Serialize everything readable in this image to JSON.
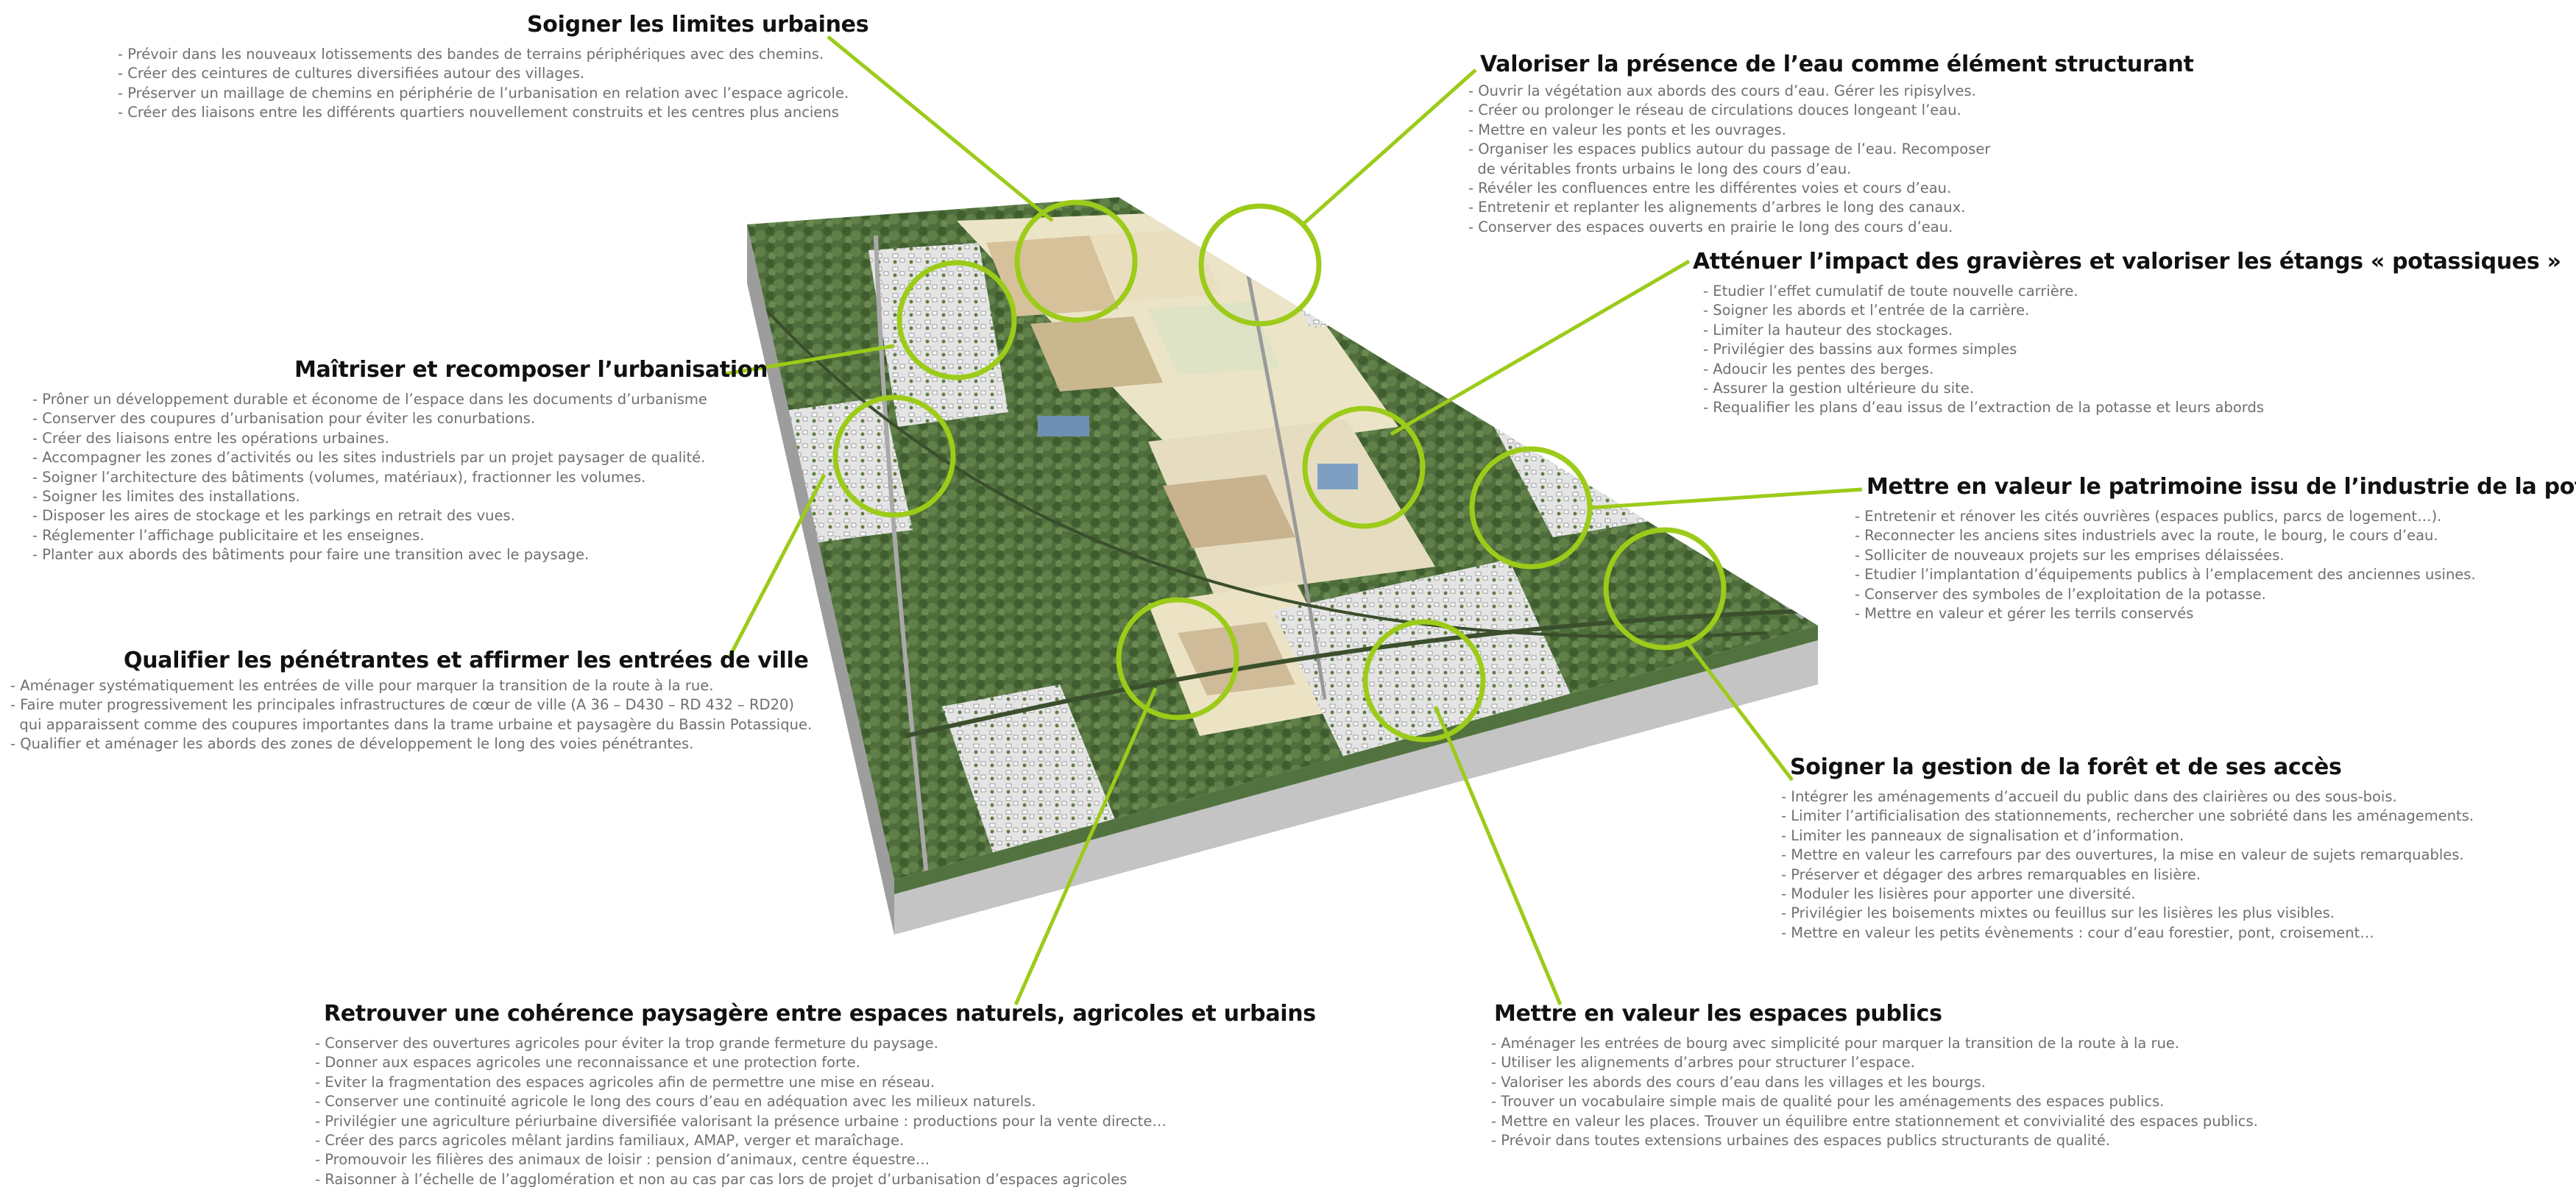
{
  "colors": {
    "accent": "#9ccb19",
    "forest": "#4c6b3a",
    "field_light": "#e8dfc2",
    "field_tan": "#cbb58f",
    "urban": "#d9d9d9",
    "water": "#7e9fc4",
    "block_side": "#b3b3b3",
    "text_title": "#111111",
    "text_body": "#6f6f6f"
  },
  "sections": [
    {
      "key": "limites",
      "title": "Soigner les limites urbaines",
      "items": [
        "Prévoir dans les nouveaux lotissements des bandes de terrains périphériques avec des chemins.",
        "Créer des ceintures de cultures diversifiées autour des villages.",
        "Préserver un maillage de chemins en périphérie de l’urbanisation en relation avec l’espace agricole.",
        "Créer des liaisons entre les différents quartiers nouvellement construits et les centres plus anciens"
      ]
    },
    {
      "key": "eau",
      "title": "Valoriser la présence de l’eau comme élément structurant",
      "items": [
        "Ouvrir la végétation aux abords des cours d’eau. Gérer les ripisylves.",
        "Créer ou prolonger le réseau de circulations douces longeant l’eau.",
        "Mettre en valeur les ponts et les ouvrages.",
        "Organiser les espaces publics autour du passage de l’eau. Recomposer",
        "de véritables fronts urbains le long des cours d’eau.",
        "Révéler les confluences entre les différentes voies et cours d’eau.",
        "Entretenir et replanter les alignements d’arbres le long des canaux.",
        "Conserver des espaces ouverts en prairie le long des cours d’eau."
      ]
    },
    {
      "key": "gravieres",
      "title": "Atténuer l’impact des gravières et valoriser les étangs « potassiques »",
      "items": [
        "Etudier l’effet cumulatif de toute nouvelle carrière.",
        "Soigner les abords et l’entrée de la carrière.",
        "Limiter la hauteur des stockages.",
        "Privilégier des bassins aux formes simples",
        "Adoucir les pentes des berges.",
        "Assurer la gestion ultérieure du site.",
        "Requalifier les plans d’eau issus de l’extraction de la potasse et leurs abords"
      ]
    },
    {
      "key": "urbanisation",
      "title": "Maîtriser et recomposer l’urbanisation",
      "items": [
        "Prôner un développement durable et économe de l’espace dans les documents d’urbanisme",
        "Conserver des coupures d’urbanisation pour éviter les conurbations.",
        "Créer des liaisons entre les opérations urbaines.",
        "Accompagner les zones d’activités ou les sites industriels par un projet paysager de qualité.",
        "Soigner l’architecture des bâtiments (volumes, matériaux), fractionner les volumes.",
        "Soigner les limites des installations.",
        "Disposer les aires de stockage et les parkings en retrait des vues.",
        "Réglementer l’affichage publicitaire et les enseignes.",
        "Planter aux abords des bâtiments pour faire une transition avec le paysage."
      ]
    },
    {
      "key": "potasse",
      "title": "Mettre en valeur le patrimoine issu de l’industrie de la potasse",
      "items": [
        "Entretenir et rénover les cités ouvrières (espaces publics, parcs de logement…).",
        "Reconnecter les anciens sites industriels avec la route, le bourg, le cours d’eau.",
        "Solliciter de nouveaux projets sur les emprises délaissées.",
        "Etudier l’implantation d’équipements publics à l’emplacement des anciennes usines.",
        "Conserver des symboles de l’exploitation de la potasse.",
        "Mettre en valeur et gérer les terrils conservés"
      ]
    },
    {
      "key": "entrees",
      "title": "Qualifier les pénétrantes et affirmer les entrées de ville",
      "items": [
        "Aménager systématiquement les entrées de ville pour marquer la transition de la route à la rue.",
        "Faire muter progressivement les principales infrastructures de cœur de ville (A 36 – D430 – RD 432 – RD20)",
        "qui apparaissent comme des coupures importantes dans la trame urbaine et paysagère du Bassin Potassique.",
        "Qualifier et aménager les abords des zones de développement le long des voies pénétrantes."
      ]
    },
    {
      "key": "foret",
      "title": "Soigner la gestion de la forêt et de ses accès",
      "items": [
        "Intégrer les aménagements d’accueil du public dans des clairières ou des sous-bois.",
        "Limiter l’artificialisation des stationnements, rechercher une sobriété dans les aménagements.",
        "Limiter les panneaux de signalisation et d’information.",
        "Mettre en valeur les carrefours par des ouvertures, la mise en valeur de sujets remarquables.",
        "Préserver et dégager des arbres remarquables en lisière.",
        "Moduler les lisières pour apporter une diversité.",
        "Privilégier les boisements mixtes ou feuillus sur les lisières les plus visibles.",
        "Mettre en valeur les petits évènements : cour d’eau forestier, pont, croisement…"
      ]
    },
    {
      "key": "coherence",
      "title": "Retrouver une cohérence paysagère entre espaces naturels, agricoles et urbains",
      "items": [
        "Conserver des ouvertures agricoles pour éviter la trop grande fermeture du paysage.",
        "Donner aux espaces agricoles une reconnaissance et une protection forte.",
        "Eviter la fragmentation des espaces agricoles afin de permettre une mise en réseau.",
        "Conserver une continuité agricole le long des cours d’eau en adéquation avec les milieux naturels.",
        "Privilégier une agriculture périurbaine diversifiée valorisant la présence urbaine : productions pour la vente directe…",
        "Créer des parcs agricoles mêlant jardins familiaux, AMAP, verger et maraîchage.",
        "Promouvoir les filières des animaux de loisir : pension d’animaux, centre équestre…",
        "Raisonner à l’échelle de l’agglomération et non au cas par cas lors de projet d’urbanisation d’espaces agricoles"
      ]
    },
    {
      "key": "publics",
      "title": "Mettre en valeur les espaces publics",
      "items": [
        "Aménager les entrées de bourg avec simplicité pour marquer la transition de la route à la rue.",
        "Utiliser les alignements d’arbres pour structurer l’espace.",
        "Valoriser les abords des cours d’eau dans les villages et les bourgs.",
        "Trouver un vocabulaire simple mais de qualité pour les aménagements des espaces publics.",
        "Mettre en valeur les places. Trouver un équilibre entre stationnement et convivialité des espaces publics.",
        "Prévoir dans toutes extensions urbaines des espaces publics structurants de qualité."
      ]
    }
  ]
}
